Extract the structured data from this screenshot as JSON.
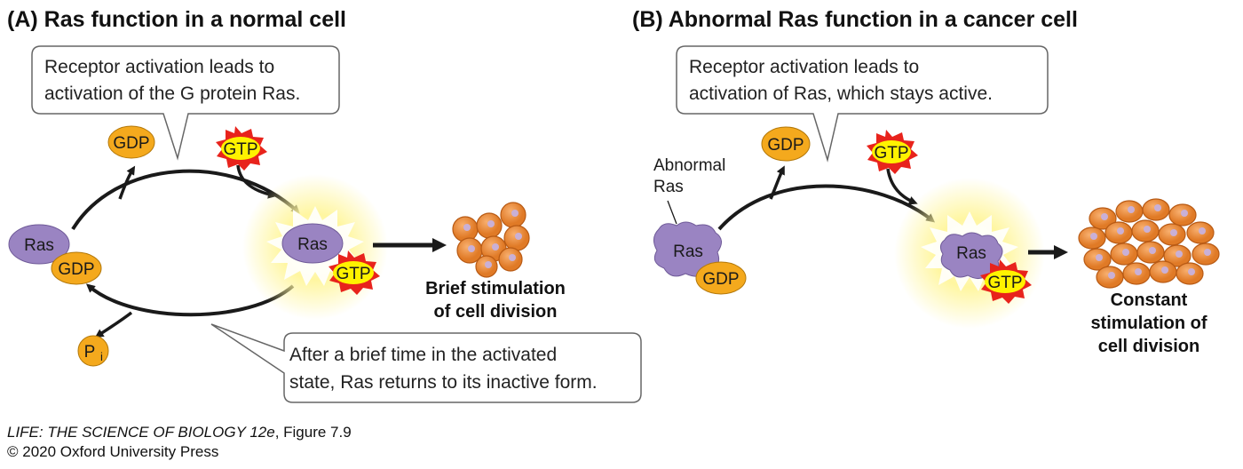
{
  "panel_a": {
    "title": "(A)  Ras function in a normal cell",
    "callout_top": [
      "Receptor activation leads to",
      "activation of the G protein Ras."
    ],
    "callout_bottom": [
      "After a brief time in the activated",
      "state, Ras returns to its inactive form."
    ],
    "ras_label": "Ras",
    "gdp_label": "GDP",
    "gtp_label": "GTP",
    "pi_label": "P",
    "pi_sub": "i",
    "result": [
      "Brief stimulation",
      "of cell division"
    ]
  },
  "panel_b": {
    "title": "(B)  Abnormal Ras function in a cancer cell",
    "callout_top": [
      "Receptor activation leads to",
      "activation of Ras, which stays active."
    ],
    "abnormal_label": [
      "Abnormal",
      "Ras"
    ],
    "ras_label": "Ras",
    "gdp_label": "GDP",
    "gtp_label": "GTP",
    "result": [
      "Constant",
      "stimulation of",
      "cell division"
    ]
  },
  "credit": {
    "source_italic": "LIFE: THE SCIENCE OF BIOLOGY 12e",
    "figure": ", Figure 7.9",
    "copyright": "© 2020 Oxford University Press"
  },
  "colors": {
    "ras_fill": "#9a84c2",
    "gdp_fill": "#f4a91d",
    "gtp_burst": "#e8231c",
    "gtp_fill": "#fff200",
    "cell_fill": "#f08a2e",
    "glow": "#fff6a0"
  }
}
